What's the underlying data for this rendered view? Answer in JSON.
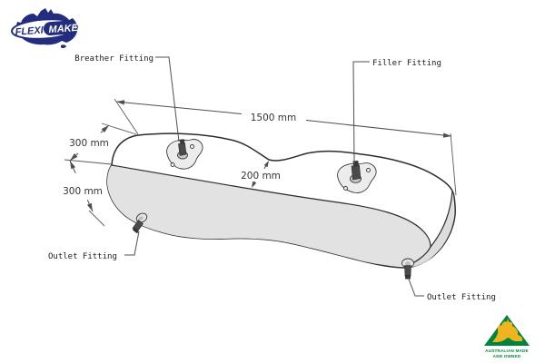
{
  "brand": {
    "name_part1": "FLEXI",
    "name_part2": "MAKE"
  },
  "callouts": {
    "breather": "Breather Fitting",
    "filler": "Filler Fitting",
    "outlet_left": "Outlet Fitting",
    "outlet_right": "Outlet Fitting"
  },
  "dimensions": {
    "length": "1500 mm",
    "width": "300 mm",
    "height": "300 mm",
    "waist": "200 mm"
  },
  "badge": {
    "line1": "AUSTRALIAN MADE",
    "line2": "AND OWNED"
  },
  "colors": {
    "brand_navy": "#232d7d",
    "tank_fill": "#ebebeb",
    "tank_front": "#e2e2e2",
    "tank_cap": "#dddddd",
    "fitting_dark": "#4a4a4a",
    "outline": "#2b2b2b",
    "annotation": "#4f4f4f",
    "badge_green": "#00843d",
    "badge_gold": "#f0b41f"
  }
}
